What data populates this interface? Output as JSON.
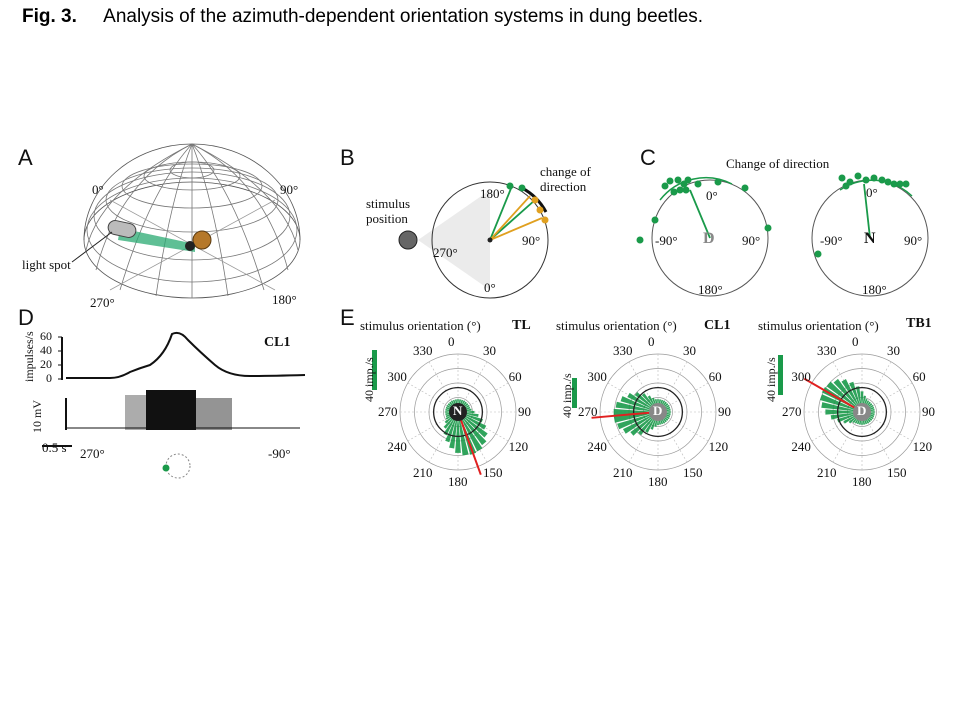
{
  "caption": {
    "fig": "Fig. 3.",
    "title": "Analysis of the azimuth-dependent orientation systems in dung beetles."
  },
  "panels": {
    "A": {
      "label": "A",
      "deg_0": "0°",
      "deg_90": "90°",
      "deg_270": "270°",
      "deg_180": "180°",
      "light_spot": "light spot"
    },
    "B": {
      "label": "B",
      "stimulus_position": "stimulus\nposition",
      "change_of_direction": "change of\ndirection",
      "deg_180": "180°",
      "deg_270": "270°",
      "deg_90": "90°",
      "deg_0": "0°"
    },
    "C": {
      "label": "C",
      "title": "Change of direction",
      "left": {
        "deg_0": "0°",
        "deg_m90": "-90°",
        "deg_90": "90°",
        "deg_180": "180°",
        "icon": "D"
      },
      "right": {
        "deg_0": "0°",
        "deg_m90": "-90°",
        "deg_90": "90°",
        "deg_180": "180°",
        "icon": "N"
      }
    },
    "D": {
      "label": "D",
      "cell": "CL1",
      "ylabel": "impulses/s",
      "ticks": [
        "60",
        "40",
        "20",
        "0"
      ],
      "scale_mv": "10 mV",
      "scale_s": "0.5 s",
      "deg_left": "270°",
      "deg_right": "-90°"
    },
    "E": {
      "label": "E",
      "scale": "40 imp./s",
      "plots": [
        {
          "title": "stimulus orientation (°)",
          "cell": "TL",
          "icon": "N",
          "angles": [
            "0",
            "330",
            "300",
            "270",
            "240",
            "210",
            "180",
            "150",
            "120",
            "90",
            "60",
            "30"
          ]
        },
        {
          "title": "stimulus orientation (°)",
          "cell": "CL1",
          "icon": "D",
          "angles": [
            "0",
            "330",
            "300",
            "270",
            "240",
            "210",
            "180",
            "150",
            "120",
            "90",
            "60",
            "30"
          ]
        },
        {
          "title": "stimulus orientation (°)",
          "cell": "TB1",
          "icon": "D",
          "angles": [
            "0",
            "330",
            "300",
            "270",
            "240",
            "210",
            "180",
            "150",
            "120",
            "90",
            "60",
            "30"
          ]
        }
      ]
    }
  },
  "colors": {
    "green": "#1a9a4a",
    "orange": "#e0a020",
    "red": "#e02020",
    "dark": "#222222"
  }
}
